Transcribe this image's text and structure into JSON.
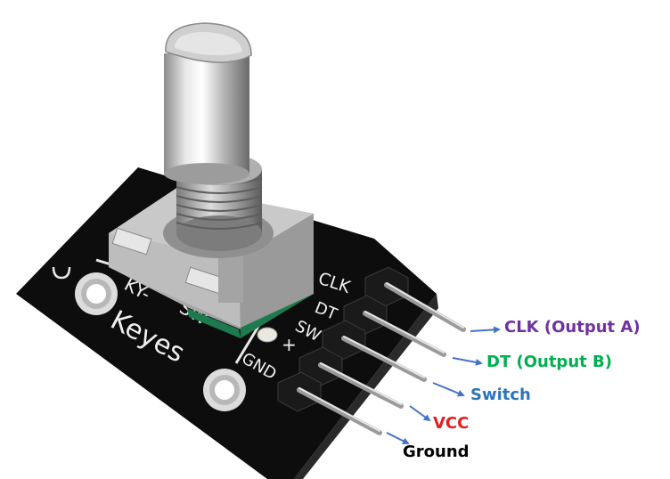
{
  "board": {
    "brand": "Keyes",
    "silk": {
      "top": "KY-",
      "sw": "SW",
      "clk": "CLK",
      "dt": "DT",
      "sw_pin": "SW",
      "plus": "+",
      "gnd": "GND"
    }
  },
  "pins": [
    {
      "label": "CLK (Output A)",
      "color": "#7030a0"
    },
    {
      "label": "DT (Output B)",
      "color": "#00b050"
    },
    {
      "label": "Switch",
      "color": "#2e75b6"
    },
    {
      "label": "VCC",
      "color": "#e02020"
    },
    {
      "label": "Ground",
      "color": "#000000"
    }
  ],
  "arrow_color": "#4472c4"
}
